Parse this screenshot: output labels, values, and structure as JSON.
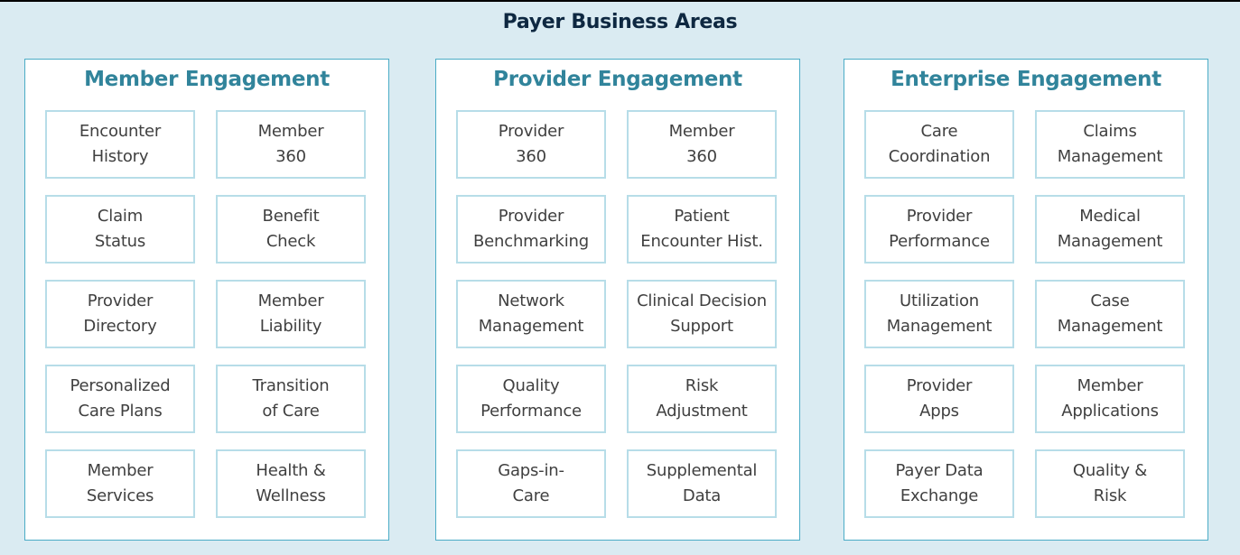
{
  "title": "Payer Business Areas",
  "colors": {
    "background": "#daebf2",
    "title": "#0e2841",
    "panel_title": "#31849b",
    "panel_border": "#4bacc6",
    "tile_border": "#b7dde8",
    "tile_text": "#404040"
  },
  "panels": [
    {
      "title": "Member Engagement",
      "tiles": [
        "Encounter\nHistory",
        "Member\n360",
        "Claim\nStatus",
        "Benefit\nCheck",
        "Provider\nDirectory",
        "Member\nLiability",
        "Personalized\nCare Plans",
        "Transition\nof Care",
        "Member\nServices",
        "Health &\nWellness"
      ]
    },
    {
      "title": "Provider Engagement",
      "tiles": [
        "Provider\n360",
        "Member\n360",
        "Provider\nBenchmarking",
        "Patient\nEncounter Hist.",
        "Network\nManagement",
        "Clinical Decision\nSupport",
        "Quality\nPerformance",
        "Risk\nAdjustment",
        "Gaps-in-\nCare",
        "Supplemental\nData"
      ]
    },
    {
      "title": "Enterprise Engagement",
      "tiles": [
        "Care\nCoordination",
        "Claims\nManagement",
        "Provider\nPerformance",
        "Medical\nManagement",
        "Utilization\nManagement",
        "Case\nManagement",
        "Provider\nApps",
        "Member\nApplications",
        "Payer Data\nExchange",
        "Quality &\nRisk"
      ]
    }
  ]
}
